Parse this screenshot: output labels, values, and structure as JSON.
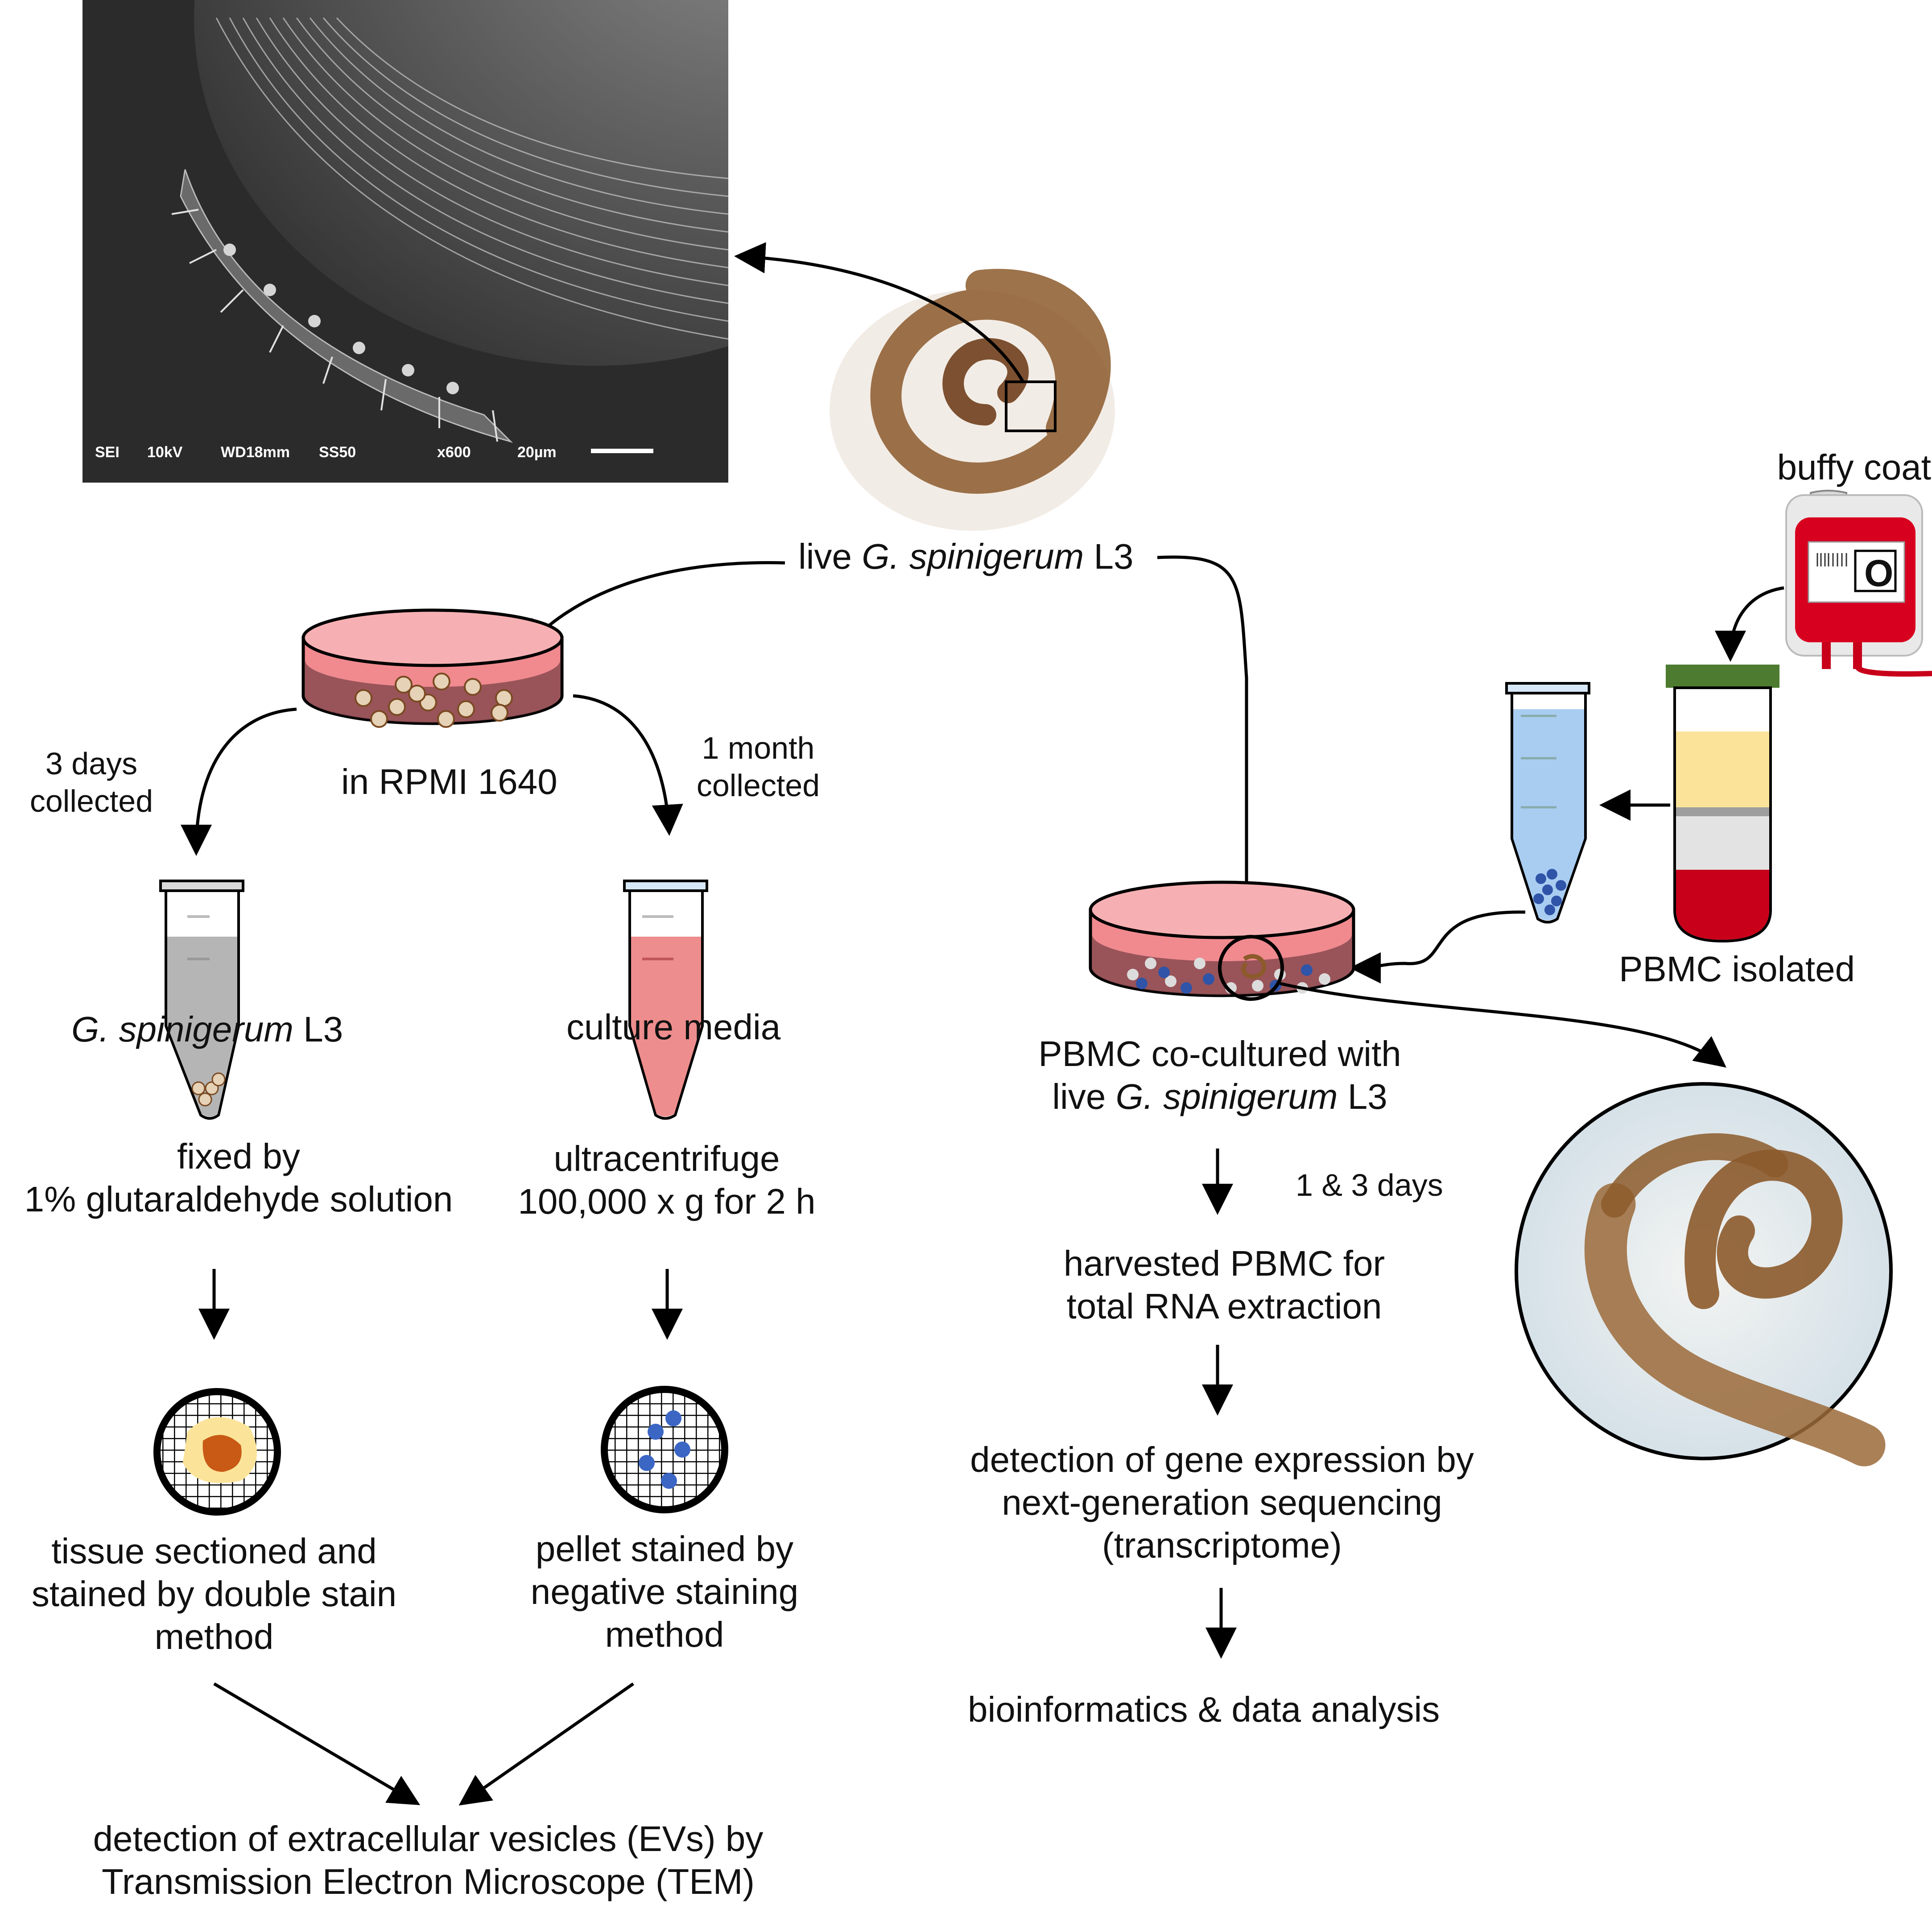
{
  "sem_image": {
    "info": [
      "SEI",
      "10kV",
      "WD18mm",
      "SS50",
      "x600",
      "20µm"
    ]
  },
  "labels": {
    "live_l3": {
      "prefix": "live ",
      "species": "G. spinigerum",
      "suffix": " L3"
    },
    "rpmi": "in RPMI 1640",
    "three_days_1": "3 days",
    "three_days_2": "collected",
    "one_month_1": "1 month",
    "one_month_2": "collected",
    "tube_l3": {
      "species": "G. spinigerum",
      "suffix": " L3"
    },
    "culture_media": "culture media",
    "fixed_1": "fixed by",
    "fixed_2": "1% glutaraldehyde solution",
    "ultra_1": "ultracentrifuge",
    "ultra_2": "100,000 x g for 2 h",
    "tissue_1": "tissue sectioned and",
    "tissue_2": "stained by double stain",
    "tissue_3": "method",
    "pellet_1": "pellet stained by",
    "pellet_2": "negative staining",
    "pellet_3": "method",
    "ev_1": "detection of extracellular vesicles (EVs) by",
    "ev_2": "Transmission Electron Microscope (TEM)",
    "buffy": "buffy coat",
    "blood_type": "O",
    "pbmc_isolated": "PBMC isolated",
    "coculture_1": "PBMC co-cultured with",
    "coculture_2": {
      "prefix": "live ",
      "species": "G. spinigerum",
      "suffix": " L3"
    },
    "days": "1 & 3 days",
    "harvest_1": "harvested PBMC for",
    "harvest_2": "total RNA extraction",
    "ngs_1": "detection of gene expression by",
    "ngs_2": "next-generation sequencing",
    "ngs_3": "(transcriptome)",
    "bioinf": "bioinformatics & data analysis"
  },
  "colors": {
    "dish_pink": "#f08a8f",
    "dish_dark": "#8a4a50",
    "tube_gray": "#b5b5b5",
    "tube_pink": "#ee8d8d",
    "tube_blue": "#a9cdf1",
    "bead_blue": "#2f54a8",
    "buffy_yellow": "#fbe49a",
    "blood_red": "#c8001a",
    "cap_green": "#4d7b2f",
    "larva_brown": "#8c5a2b"
  }
}
